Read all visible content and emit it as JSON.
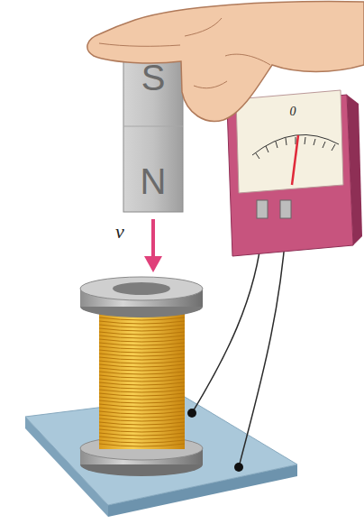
{
  "diagram": {
    "nodes": [
      {
        "text": [
          "S",
          "N"
        ]
      },
      {
        "text": [
          "0"
        ]
      }
    ],
    "labels": [
      "v"
    ]
  }
}
